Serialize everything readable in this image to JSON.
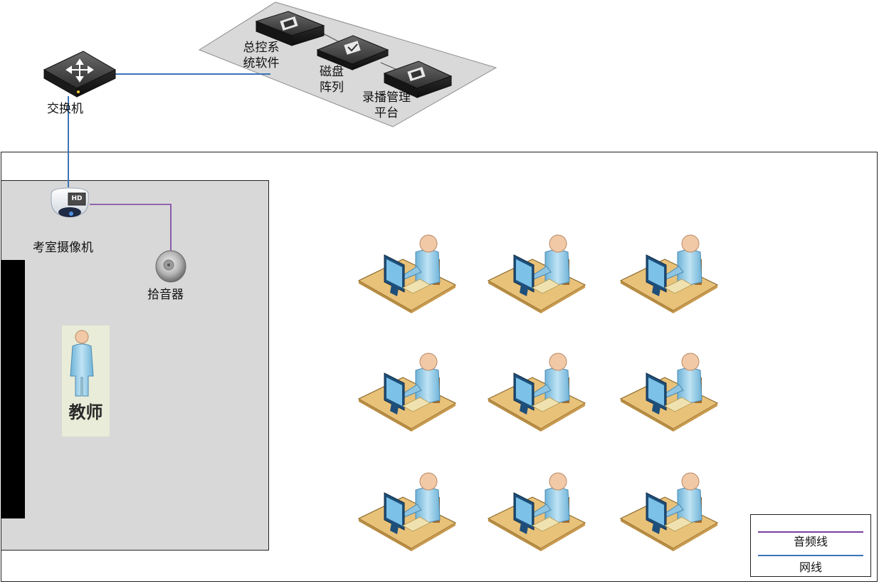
{
  "nodes": {
    "switch": "交换机",
    "master_control": [
      "总控系",
      "统软件"
    ],
    "disk_array": [
      "磁盘",
      "阵列"
    ],
    "recording_platform": [
      "录播管理",
      "平台"
    ],
    "exam_camera": "考室摄像机",
    "microphone": "拾音器",
    "teacher": "教师",
    "camera_badge": "HD"
  },
  "legend": {
    "audio_line": "音频线",
    "network_line": "网线"
  },
  "colors": {
    "audio_line": "#7a3fa0",
    "network_line": "#3b73b9",
    "server_platform": "#d9d9d9",
    "front_area": "#d8d8d8",
    "desk": "#e9c27a",
    "person": "#9fd0e8",
    "head": "#f2c9a6"
  },
  "student_count": 9
}
